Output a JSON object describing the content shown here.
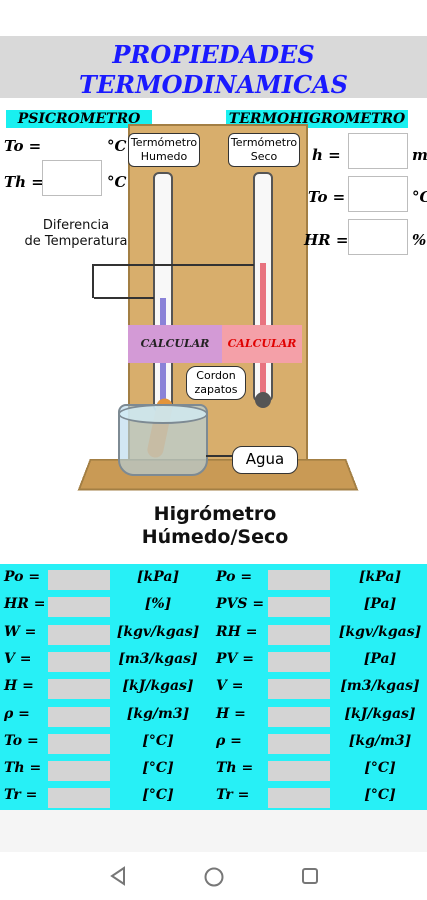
{
  "title": {
    "line1": "PROPIEDADES",
    "line2": "TERMODINAMICAS"
  },
  "psicrometro": {
    "tab": "PSICROMETRO",
    "to_label": "To =",
    "to_unit": "°C",
    "th_label": "Th =",
    "th_unit": "°C"
  },
  "termohigrometro": {
    "tab": "TERMOHIGROMETRO",
    "h_label": "h =",
    "h_unit": "m",
    "to_label": "To =",
    "to_unit": "°C",
    "hr_label": "HR =",
    "hr_unit": "%"
  },
  "diagram": {
    "wet_label_1": "Termómetro",
    "wet_label_2": "Humedo",
    "dry_label_1": "Termómetro",
    "dry_label_2": "Seco",
    "diff_1": "Diferencia",
    "diff_2": "de Temperatura",
    "cordon_1": "Cordon",
    "cordon_2": "zapatos",
    "agua": "Agua",
    "caption_1": "Higrómetro",
    "caption_2": "Húmedo/Seco",
    "colors": {
      "board": "#d8ae6c",
      "wet": "#8a82d8",
      "dry": "#e8737f"
    }
  },
  "buttons": {
    "calc_left": "CALCULAR",
    "calc_right": "CALCULAR",
    "calc_left_color": "#d39ad6",
    "calc_right_color": "#f4a0a8"
  },
  "results": {
    "left": [
      {
        "label": "Po =",
        "unit": "[kPa]"
      },
      {
        "label": "HR =",
        "unit": "[%]"
      },
      {
        "label": "W =",
        "unit": "[kgv/kgas]"
      },
      {
        "label": "V =",
        "unit": "[m3/kgas]"
      },
      {
        "label": "H =",
        "unit": "[kJ/kgas]"
      },
      {
        "label": "ρ =",
        "unit": "[kg/m3]"
      },
      {
        "label": "To =",
        "unit": "[°C]"
      },
      {
        "label": "Th =",
        "unit": "[°C]"
      },
      {
        "label": "Tr =",
        "unit": "[°C]"
      }
    ],
    "right": [
      {
        "label": "Po =",
        "unit": "[kPa]"
      },
      {
        "label": "PVS =",
        "unit": "[Pa]"
      },
      {
        "label": "RH =",
        "unit": "[kgv/kgas]"
      },
      {
        "label": "PV =",
        "unit": "[Pa]"
      },
      {
        "label": "V =",
        "unit": "[m3/kgas]"
      },
      {
        "label": "H =",
        "unit": "[kJ/kgas]"
      },
      {
        "label": "ρ =",
        "unit": "[kg/m3]"
      },
      {
        "label": "Th =",
        "unit": "[°C]"
      },
      {
        "label": "Tr =",
        "unit": "[°C]"
      }
    ]
  },
  "navbar": {
    "back": "back-icon",
    "home": "home-icon",
    "recents": "recents-icon"
  }
}
